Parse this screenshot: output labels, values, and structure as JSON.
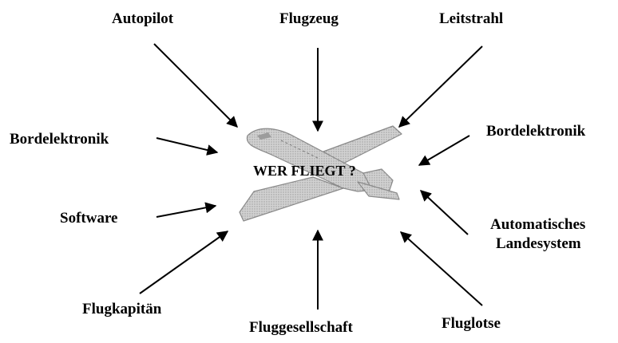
{
  "center_label": "WER FLIEGT ?",
  "labels": {
    "autopilot": "Autopilot",
    "flugzeug": "Flugzeug",
    "leitstrahl": "Leitstrahl",
    "bordelektronik_left": "Bordelektronik",
    "bordelektronik_right": "Bordelektronik",
    "software": "Software",
    "automatisches_line1": "Automatisches",
    "automatisches_line2": "Landesystem",
    "flugkapitaen": "Flugkapitän",
    "fluggesellschaft": "Fluggesellschaft",
    "fluglotse": "Fluglotse"
  },
  "colors": {
    "text": "#000000",
    "arrow": "#000000",
    "airplane_fill": "#c4c4c4",
    "airplane_stroke": "#8a8a8a",
    "background": "#ffffff"
  },
  "icons": {
    "center_image": "airplane-icon"
  }
}
